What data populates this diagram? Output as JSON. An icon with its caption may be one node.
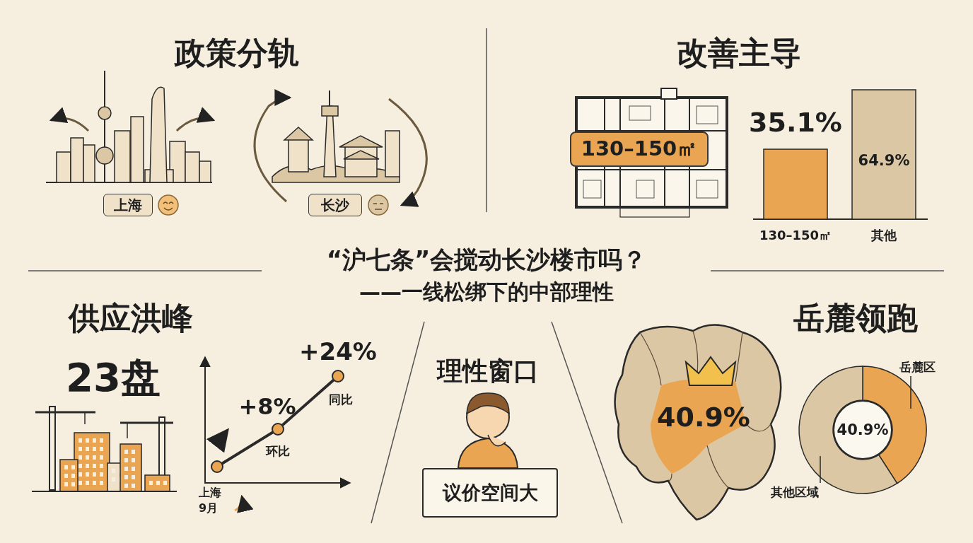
{
  "diagram": {
    "title": "“沪七条”会搅动长沙楼市吗？",
    "nodes": [
      {
        "text": [
          "上海"
        ]
      },
      {
        "text": [
          "长沙"
        ]
      },
      {
        "text": [
          "130–150㎡"
        ]
      },
      {
        "text": [
          "议价空间大"
        ]
      },
      {
        "text": [
          "岳麓区"
        ]
      },
      {
        "text": [
          "其他区域"
        ]
      },
      {
        "text": [
          "40.9%"
        ]
      },
      {
        "text": [],
        "shape": "segment"
      },
      {
        "text": [],
        "shape": "segment"
      }
    ],
    "edges": [
      {
        "from": 4,
        "to": 7,
        "arrow": "none"
      },
      {
        "from": 5,
        "to": 8,
        "arrow": "none"
      }
    ],
    "labels": [
      "政策分轨",
      "改善主导",
      "——一线松绑下的中部理性",
      "供应洪峰",
      "岳麓领跑",
      "23盘",
      "+24%",
      "+8%",
      "同比",
      "环比",
      "上海 9月",
      "理性窗口",
      "40.9%"
    ],
    "chart_data": {
      "type": "bar",
      "categories": [
        "130–150㎡",
        "其他"
      ],
      "values": [
        35.1,
        64.9
      ],
      "value_labels": [
        "35.1%",
        "64.9%"
      ]
    }
  }
}
